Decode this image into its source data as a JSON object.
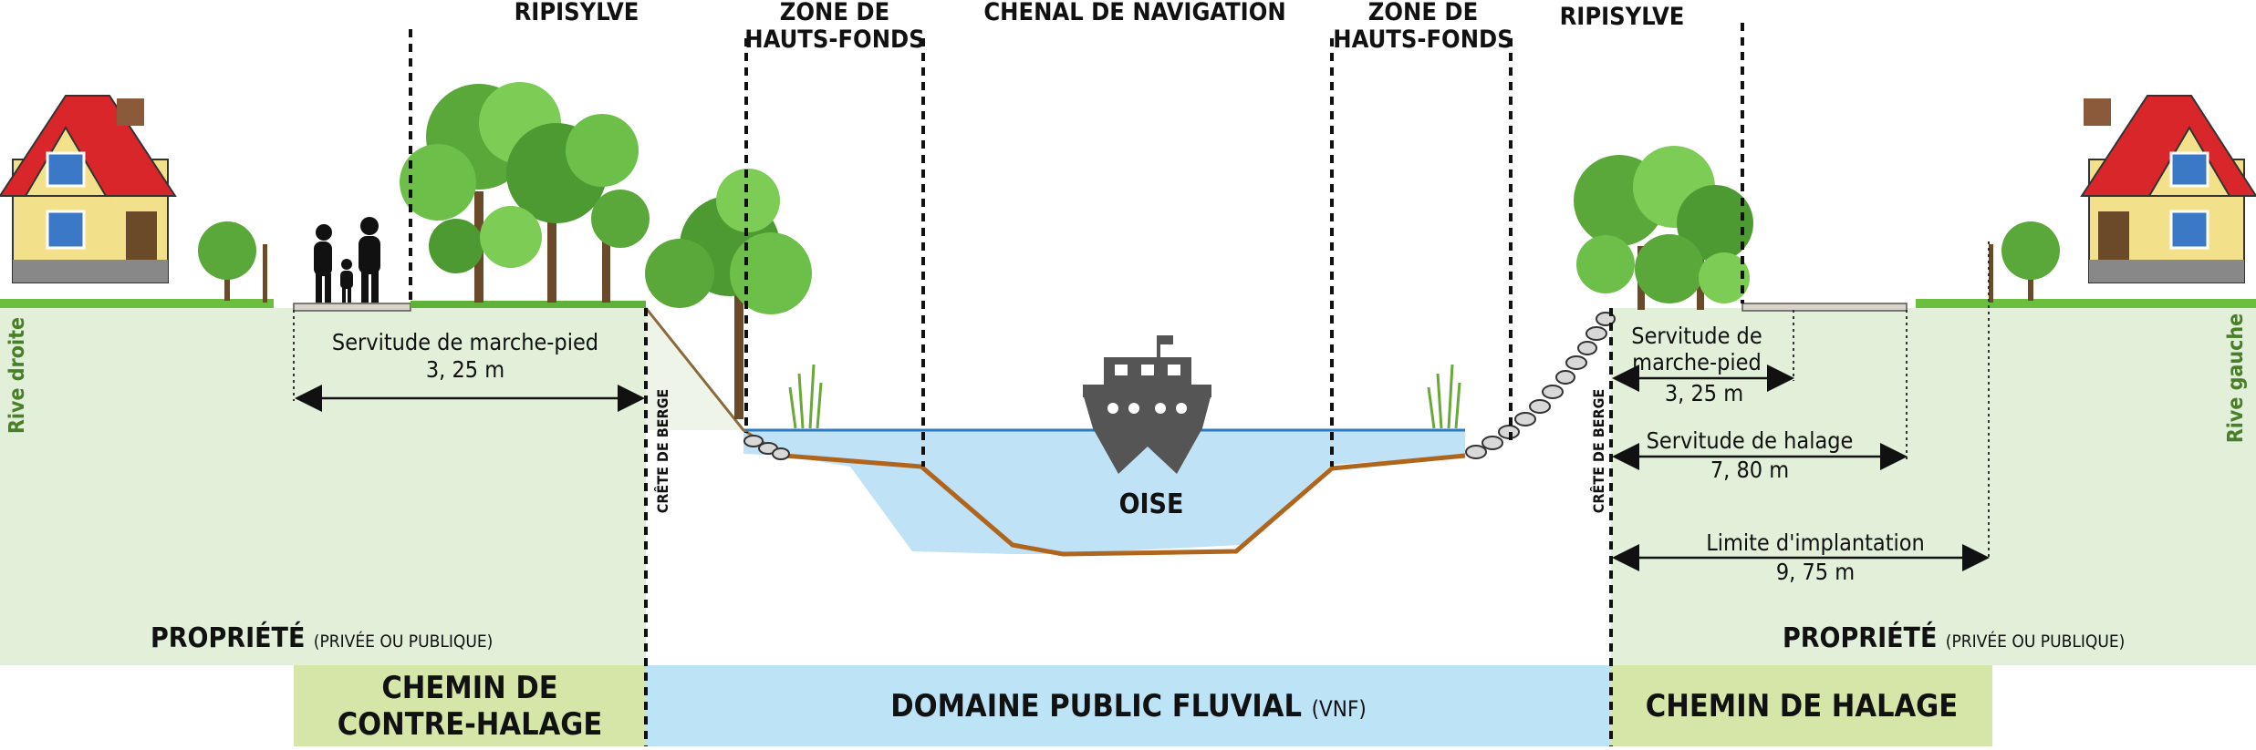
{
  "headers": {
    "ripisylve_left": "RIPISYLVE",
    "zone_left_1": "ZONE DE",
    "zone_left_2": "HAUTS-FONDS",
    "chenal": "CHENAL DE NAVIGATION",
    "zone_right_1": "ZONE DE",
    "zone_right_2": "HAUTS-FONDS",
    "ripisylve_right": "RIPISYLVE"
  },
  "banks": {
    "left": "Rive droite",
    "right": "Rive gauche"
  },
  "crete_left": "CRÊTE DE BERGE",
  "crete_right": "CRÊTE DE BERGE",
  "river": "OISE",
  "left_measure": {
    "label": "Servitude de marche-pied",
    "value": "3, 25 m"
  },
  "right_measures": [
    {
      "label_1": "Servitude de",
      "label_2": "marche-pied",
      "value": "3, 25 m"
    },
    {
      "label": "Servitude de halage",
      "value": "7, 80 m"
    },
    {
      "label": "Limite d'implantation",
      "value": "9, 75 m"
    }
  ],
  "property": {
    "left_main": "PROPRIÉTÉ ",
    "left_small": "(PRIVÉE OU PUBLIQUE)",
    "right_main": "PROPRIÉTÉ ",
    "right_small": "(PRIVÉE OU PUBLIQUE)"
  },
  "bands": {
    "contre_halage_1": "CHEMIN DE",
    "contre_halage_2": "CONTRE-HALAGE",
    "domaine_main": "DOMAINE PUBLIC FLUVIAL ",
    "domaine_small": "(VNF)",
    "halage": "CHEMIN DE HALAGE"
  },
  "colors": {
    "ground": "#e2efd9",
    "band_green": "#d6e6a8",
    "band_blue": "#bde3f7",
    "water": "#bfe2f6",
    "riverbed": "#b0651d",
    "rive_text": "#4a7f2a"
  }
}
